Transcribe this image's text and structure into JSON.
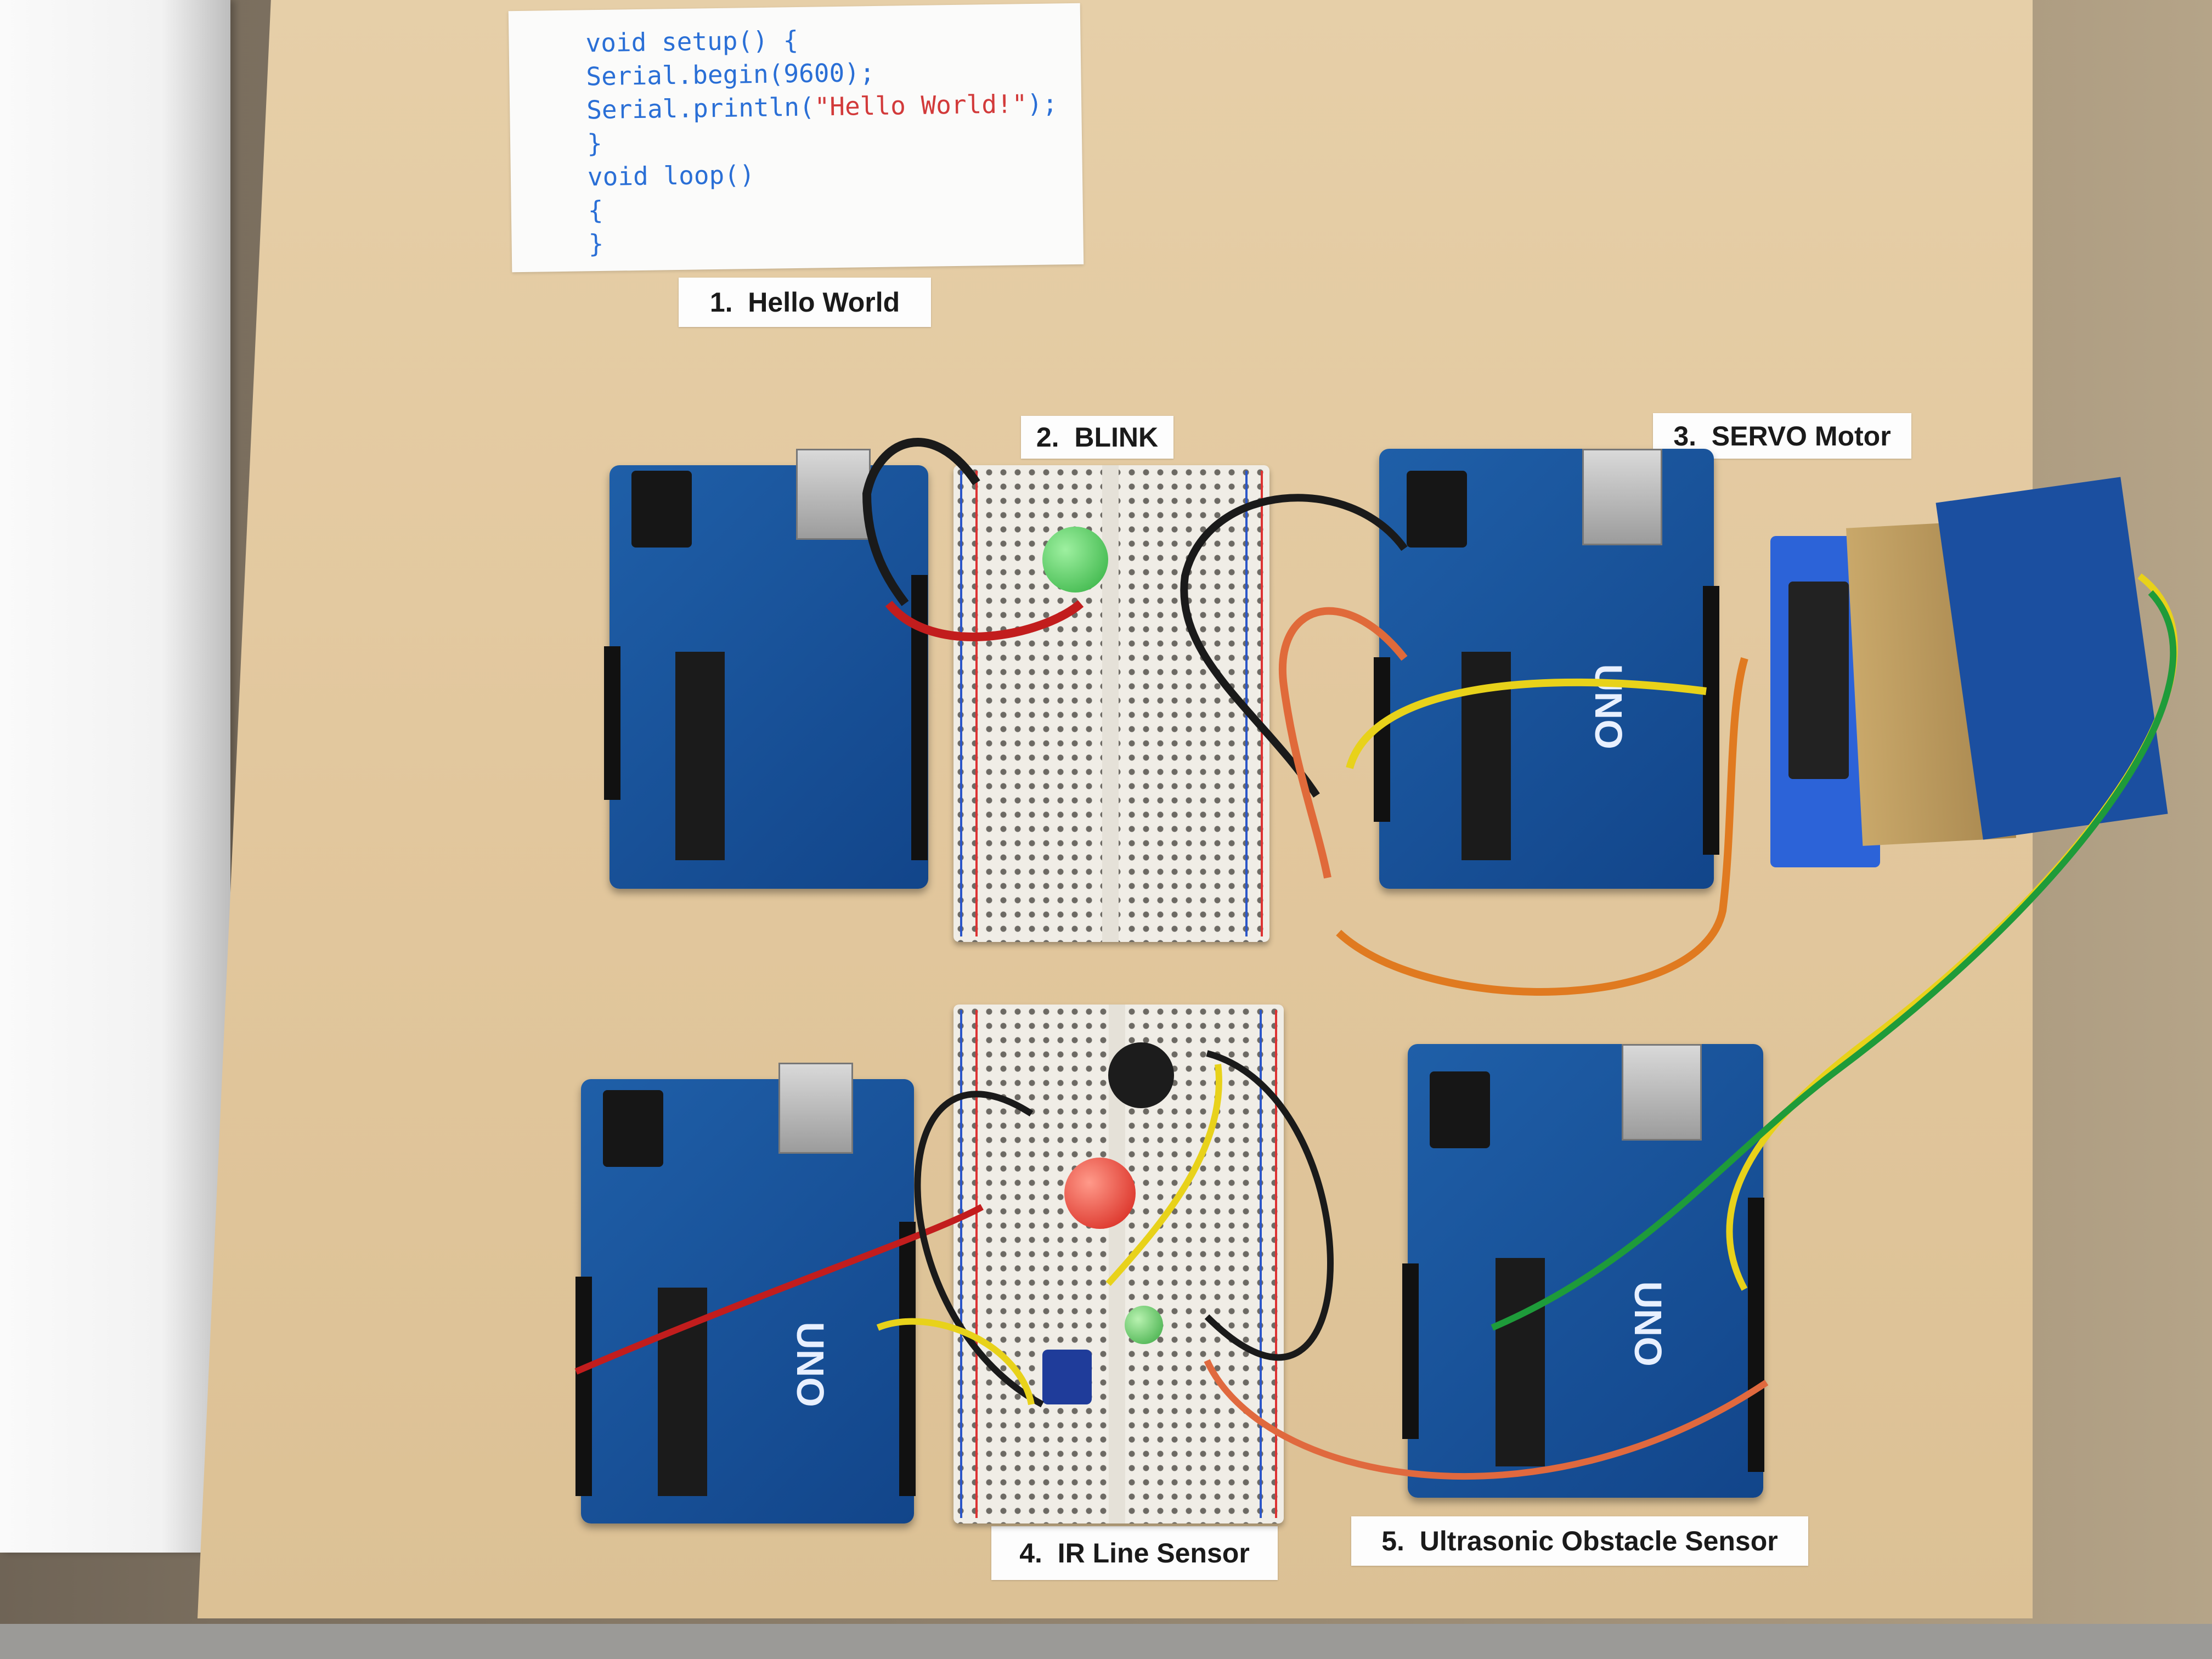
{
  "code_paper": {
    "lines": [
      "void setup() {",
      "Serial.begin(9600);",
      "Serial.println(",
      "\"Hello World!\"",
      ");",
      "}",
      "void loop()",
      "{",
      "}"
    ]
  },
  "labels": {
    "hello_world": "1.  Hello World",
    "blink": "2.  BLINK",
    "servo": "3.  SERVO Motor",
    "ir_line": "4.  IR Line Sensor",
    "ultrasonic": "5.  Ultrasonic Obstacle Sensor"
  },
  "boards": {
    "logo_text": "UNO"
  },
  "colors": {
    "board_blue": "#1f5fa8",
    "plywood": "#e2c79d",
    "code_blue": "#2a6fd6",
    "code_red": "#d23a3a"
  }
}
